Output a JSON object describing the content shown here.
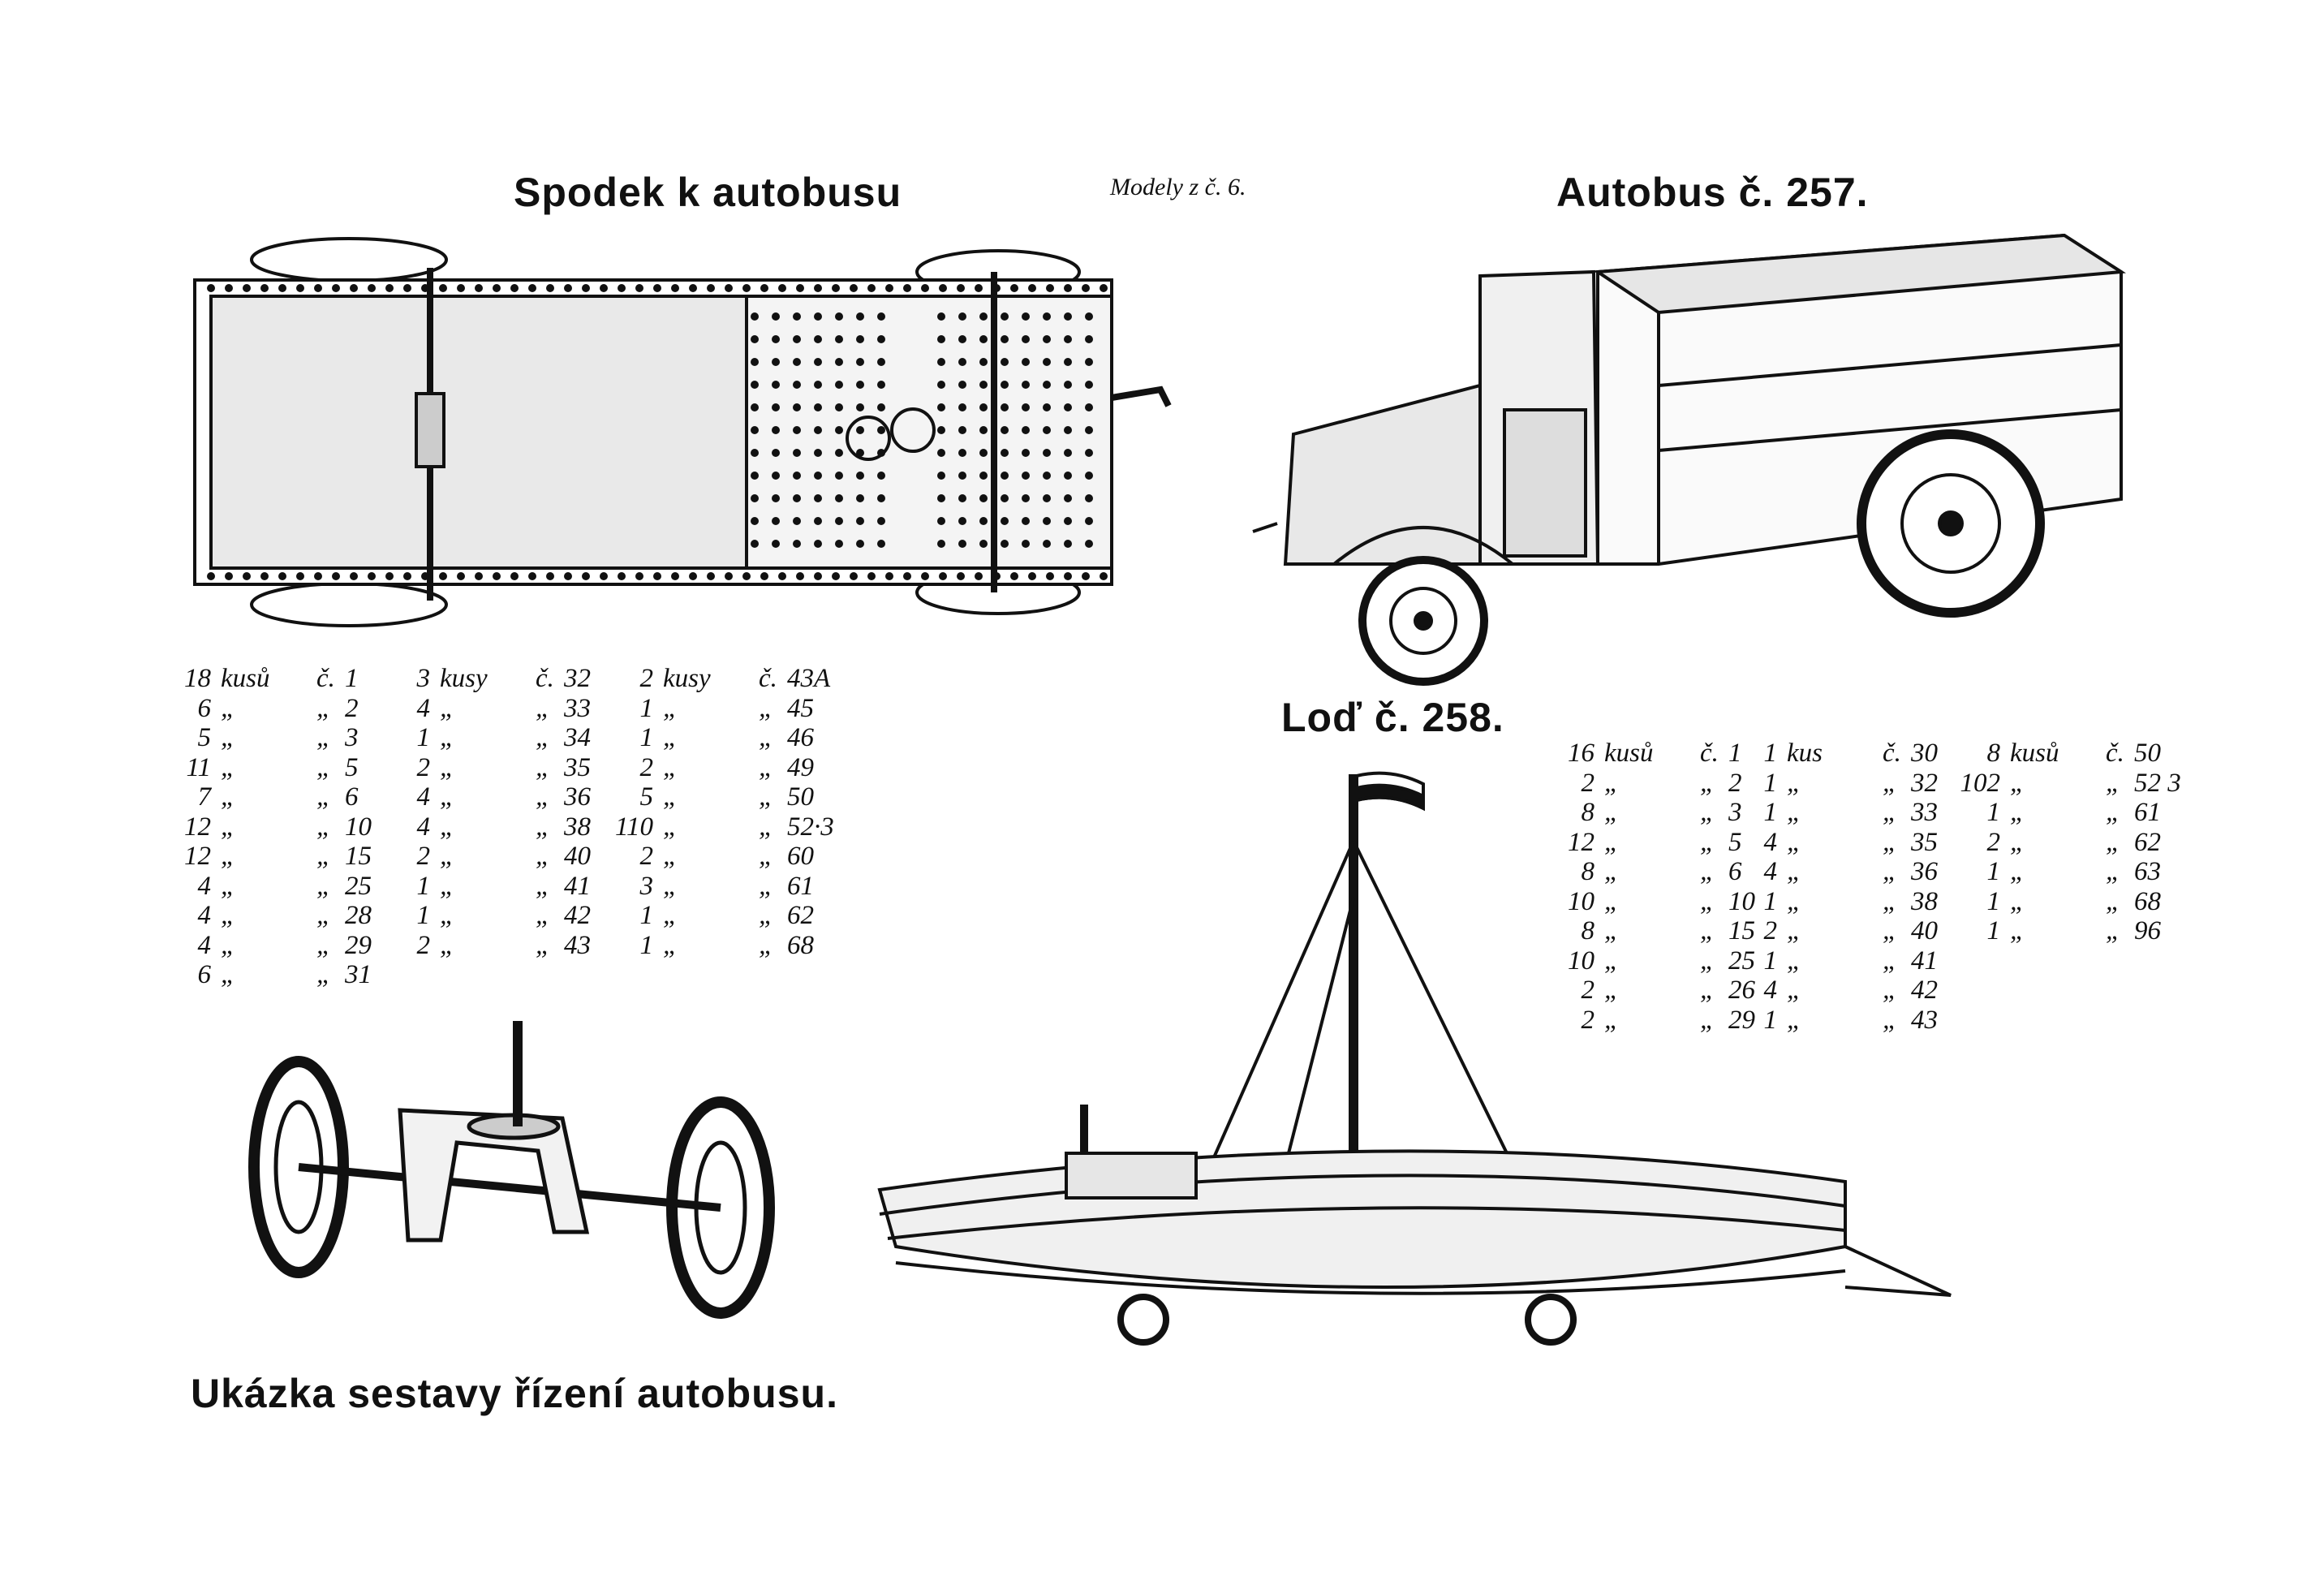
{
  "header": {
    "subtitle": "Modely z č. 6."
  },
  "sections": {
    "chassis_title": "Spodek k autobusu",
    "bus_title": "Autobus č. 257.",
    "ship_title": "Loď č. 258.",
    "steering_caption": "Ukázka sestavy řízení autobusu."
  },
  "bus_parts": [
    [
      {
        "qty": "18",
        "unit": "kusů",
        "c": "č.",
        "no": "1"
      },
      {
        "qty": "6",
        "unit": "„",
        "c": "„",
        "no": "2"
      },
      {
        "qty": "5",
        "unit": "„",
        "c": "„",
        "no": "3"
      },
      {
        "qty": "11",
        "unit": "„",
        "c": "„",
        "no": "5"
      },
      {
        "qty": "7",
        "unit": "„",
        "c": "„",
        "no": "6"
      },
      {
        "qty": "12",
        "unit": "„",
        "c": "„",
        "no": "10"
      },
      {
        "qty": "12",
        "unit": "„",
        "c": "„",
        "no": "15"
      },
      {
        "qty": "4",
        "unit": "„",
        "c": "„",
        "no": "25"
      },
      {
        "qty": "4",
        "unit": "„",
        "c": "„",
        "no": "28"
      },
      {
        "qty": "4",
        "unit": "„",
        "c": "„",
        "no": "29"
      },
      {
        "qty": "6",
        "unit": "„",
        "c": "„",
        "no": "31"
      }
    ],
    [
      {
        "qty": "3",
        "unit": "kusy",
        "c": "č.",
        "no": "32"
      },
      {
        "qty": "4",
        "unit": "„",
        "c": "„",
        "no": "33"
      },
      {
        "qty": "1",
        "unit": "„",
        "c": "„",
        "no": "34"
      },
      {
        "qty": "2",
        "unit": "„",
        "c": "„",
        "no": "35"
      },
      {
        "qty": "4",
        "unit": "„",
        "c": "„",
        "no": "36"
      },
      {
        "qty": "4",
        "unit": "„",
        "c": "„",
        "no": "38"
      },
      {
        "qty": "2",
        "unit": "„",
        "c": "„",
        "no": "40"
      },
      {
        "qty": "1",
        "unit": "„",
        "c": "„",
        "no": "41"
      },
      {
        "qty": "1",
        "unit": "„",
        "c": "„",
        "no": "42"
      },
      {
        "qty": "2",
        "unit": "„",
        "c": "„",
        "no": "43"
      }
    ],
    [
      {
        "qty": "2",
        "unit": "kusy",
        "c": "č.",
        "no": "43A"
      },
      {
        "qty": "1",
        "unit": "„",
        "c": "„",
        "no": "45"
      },
      {
        "qty": "1",
        "unit": "„",
        "c": "„",
        "no": "46"
      },
      {
        "qty": "2",
        "unit": "„",
        "c": "„",
        "no": "49"
      },
      {
        "qty": "5",
        "unit": "„",
        "c": "„",
        "no": "50"
      },
      {
        "qty": "110",
        "unit": "„",
        "c": "„",
        "no": "52·3"
      },
      {
        "qty": "2",
        "unit": "„",
        "c": "„",
        "no": "60"
      },
      {
        "qty": "3",
        "unit": "„",
        "c": "„",
        "no": "61"
      },
      {
        "qty": "1",
        "unit": "„",
        "c": "„",
        "no": "62"
      },
      {
        "qty": "1",
        "unit": "„",
        "c": "„",
        "no": "68"
      }
    ]
  ],
  "ship_parts": [
    [
      {
        "qty": "16",
        "unit": "kusů",
        "c": "č.",
        "no": "1"
      },
      {
        "qty": "2",
        "unit": "„",
        "c": "„",
        "no": "2"
      },
      {
        "qty": "8",
        "unit": "„",
        "c": "„",
        "no": "3"
      },
      {
        "qty": "12",
        "unit": "„",
        "c": "„",
        "no": "5"
      },
      {
        "qty": "8",
        "unit": "„",
        "c": "„",
        "no": "6"
      },
      {
        "qty": "10",
        "unit": "„",
        "c": "„",
        "no": "10"
      },
      {
        "qty": "8",
        "unit": "„",
        "c": "„",
        "no": "15"
      },
      {
        "qty": "10",
        "unit": "„",
        "c": "„",
        "no": "25"
      },
      {
        "qty": "2",
        "unit": "„",
        "c": "„",
        "no": "26"
      },
      {
        "qty": "2",
        "unit": "„",
        "c": "„",
        "no": "29"
      }
    ],
    [
      {
        "qty": "1",
        "unit": "kus",
        "c": "č.",
        "no": "30"
      },
      {
        "qty": "1",
        "unit": "„",
        "c": "„",
        "no": "32"
      },
      {
        "qty": "1",
        "unit": "„",
        "c": "„",
        "no": "33"
      },
      {
        "qty": "4",
        "unit": "„",
        "c": "„",
        "no": "35"
      },
      {
        "qty": "4",
        "unit": "„",
        "c": "„",
        "no": "36"
      },
      {
        "qty": "1",
        "unit": "„",
        "c": "„",
        "no": "38"
      },
      {
        "qty": "2",
        "unit": "„",
        "c": "„",
        "no": "40"
      },
      {
        "qty": "1",
        "unit": "„",
        "c": "„",
        "no": "41"
      },
      {
        "qty": "4",
        "unit": "„",
        "c": "„",
        "no": "42"
      },
      {
        "qty": "1",
        "unit": "„",
        "c": "„",
        "no": "43"
      }
    ],
    [
      {
        "qty": "8",
        "unit": "kusů",
        "c": "č.",
        "no": "50"
      },
      {
        "qty": "102",
        "unit": "„",
        "c": "„",
        "no": "52 3"
      },
      {
        "qty": "1",
        "unit": "„",
        "c": "„",
        "no": "61"
      },
      {
        "qty": "2",
        "unit": "„",
        "c": "„",
        "no": "62"
      },
      {
        "qty": "1",
        "unit": "„",
        "c": "„",
        "no": "63"
      },
      {
        "qty": "1",
        "unit": "„",
        "c": "„",
        "no": "68"
      },
      {
        "qty": "1",
        "unit": "„",
        "c": "„",
        "no": "96"
      }
    ]
  ]
}
